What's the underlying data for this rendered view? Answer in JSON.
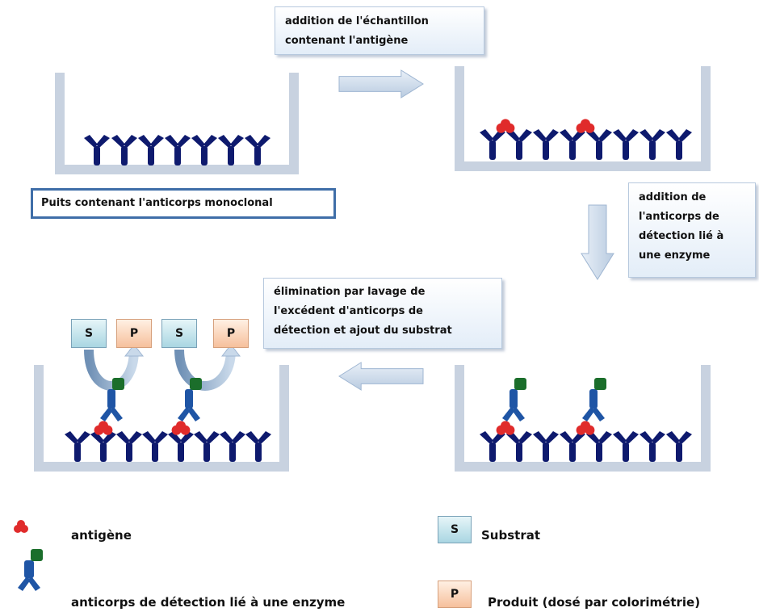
{
  "steps": {
    "step1_label": "Puits contenant l'anticorps monoclonal",
    "step2_label": [
      "addition de l'échantillon",
      "contenant l'antigène"
    ],
    "step3_label": [
      "addition de",
      "l'anticorps de",
      "détection lié à",
      "une enzyme"
    ],
    "step4_label": [
      "élimination par lavage de",
      "l'excédent d'anticorps de",
      "détection et ajout du substrat"
    ]
  },
  "badges": {
    "substrate": "S",
    "product": "P"
  },
  "legend": {
    "antigen": "antigène",
    "detection_antibody": "anticorps de détection lié à une enzyme",
    "substrate": "Substrat",
    "product": "Produit (dosé par colorimétrie)"
  },
  "colors": {
    "antibody": "#0e1a6e",
    "antigen": "#e02b2b",
    "enzyme": "#1b6e2b",
    "detection_antibody": "#1f55a5",
    "well": "#c8d2e0",
    "arrow": "#c9d8ea",
    "substrate_box": "#a9d6e2",
    "product_box": "#f6c09c"
  }
}
